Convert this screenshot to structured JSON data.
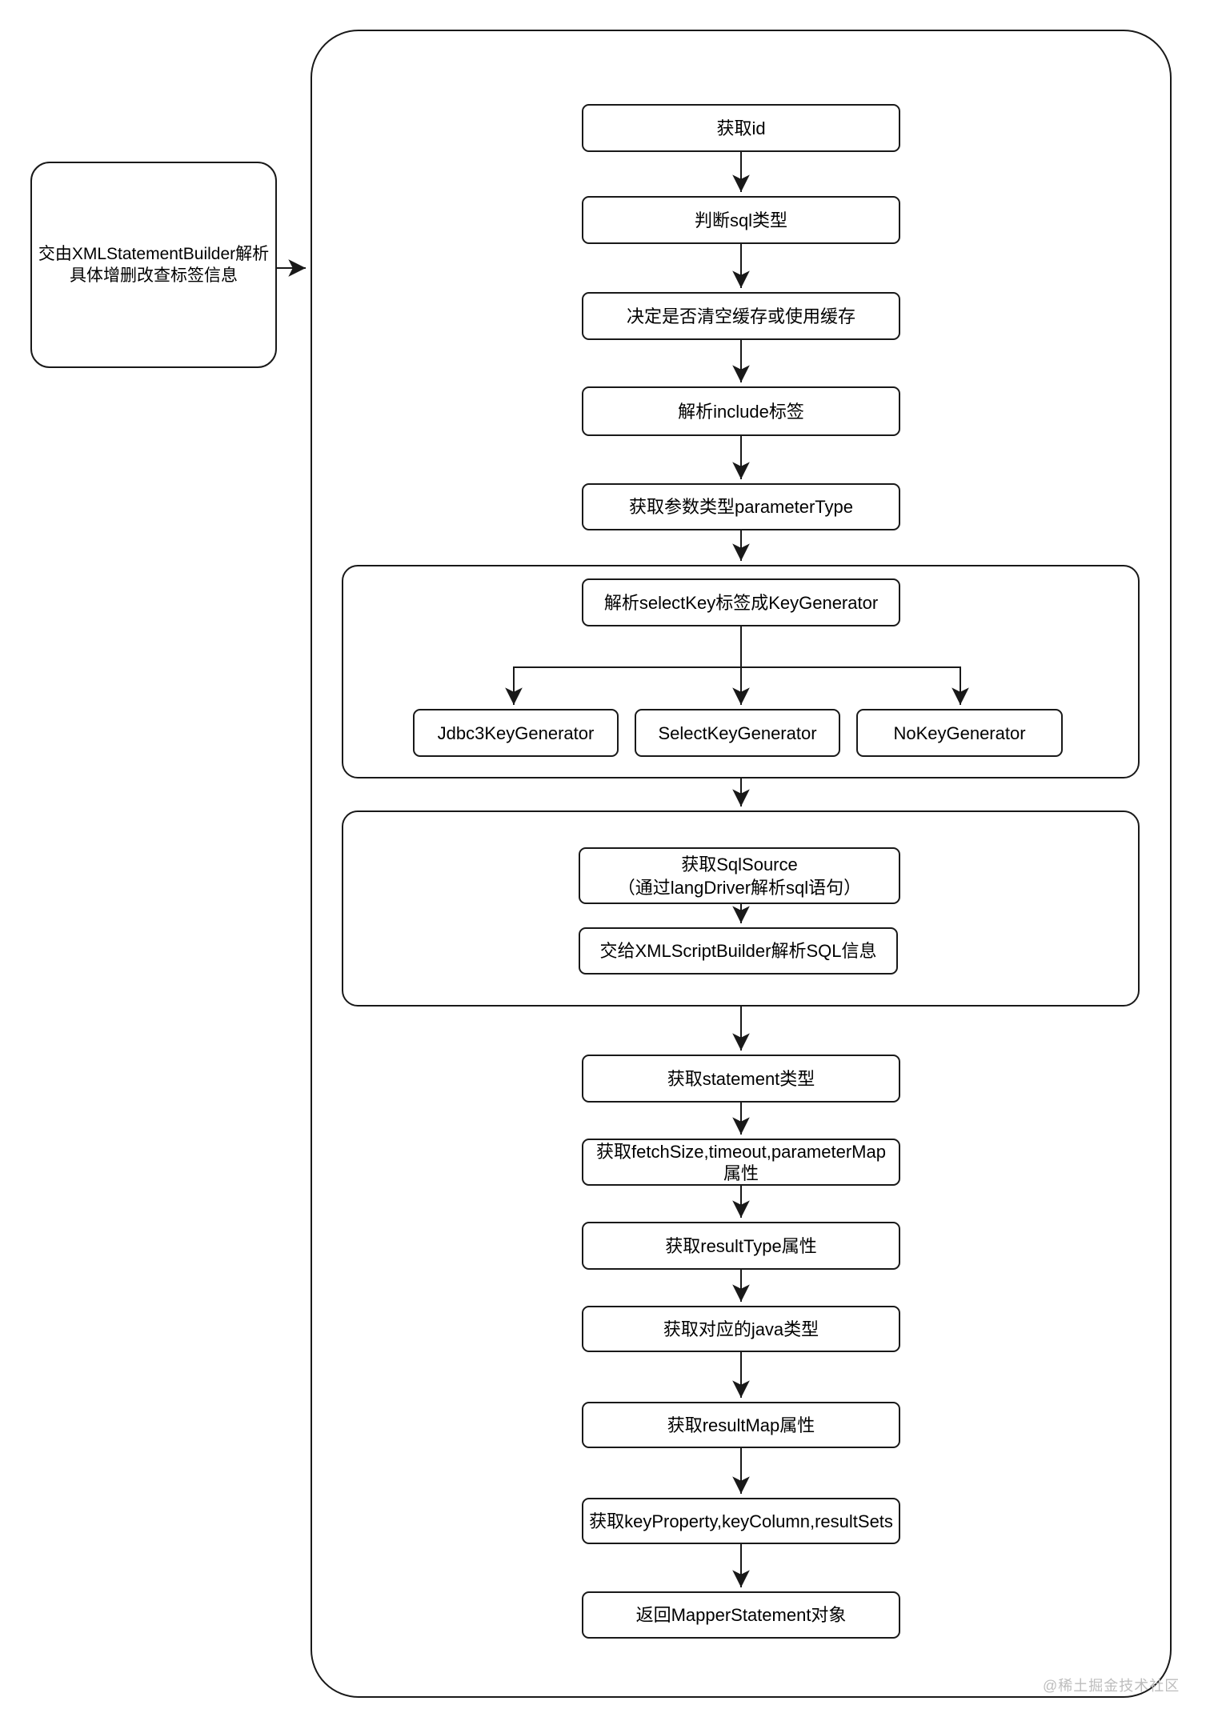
{
  "colors": {
    "line": "#191919",
    "box_fill": "#ffffff",
    "text": "#000000",
    "watermark": "#bdbdbd"
  },
  "side_note": {
    "lines": [
      "交由XMLStatementBuilder解析",
      "具体增删改查标签信息"
    ]
  },
  "flow": {
    "step_get_id": "获取id",
    "step_judge_sql_type": "判断sql类型",
    "step_cache_decision": "决定是否清空缓存或使用缓存",
    "step_parse_include": "解析include标签",
    "step_get_parameter_type": "获取参数类型parameterType",
    "selectkey_group": {
      "step_parse_selectkey": "解析selectKey标签成KeyGenerator",
      "generators": [
        "Jdbc3KeyGenerator",
        "SelectKeyGenerator",
        "NoKeyGenerator"
      ]
    },
    "sqlsource_group": {
      "step_get_sqlsource_lines": [
        "获取SqlSource",
        "（通过langDriver解析sql语句）"
      ],
      "step_script_builder": "交给XMLScriptBuilder解析SQL信息"
    },
    "step_get_statement_type": "获取statement类型",
    "step_get_fetch_attrs_lines": [
      "获取fetchSize,timeout,parameterMap",
      "属性"
    ],
    "step_get_result_type": "获取resultType属性",
    "step_get_java_type": "获取对应的java类型",
    "step_get_result_map": "获取resultMap属性",
    "step_get_key_property": "获取keyProperty,keyColumn,resultSets",
    "step_return_mapper_statement": "返回MapperStatement对象"
  },
  "watermark": "@稀土掘金技术社区"
}
